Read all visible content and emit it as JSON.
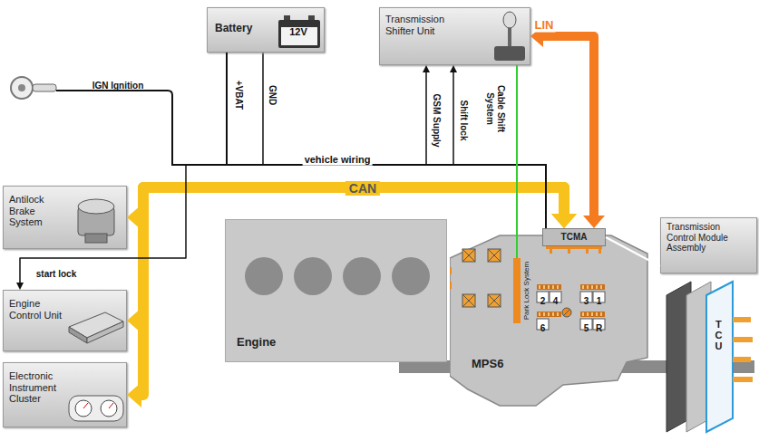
{
  "diagram": {
    "nodes": [
      {
        "text": [
          "Battery"
        ]
      },
      {
        "text": [
          "Transmission Shifter Unit"
        ]
      },
      {
        "text": [
          "Antilock Brake System"
        ]
      },
      {
        "text": [
          "Engine Control Unit"
        ]
      },
      {
        "text": [
          "Electronic Instrument Cluster"
        ]
      },
      {
        "text": [
          "Engine"
        ]
      },
      {
        "text": [
          "MPS6"
        ]
      },
      {
        "text": [
          "TCMA"
        ],
        "in": 6
      },
      {
        "text": [
          "Park Lock System"
        ],
        "in": 6
      },
      {
        "text": [
          "Transmission Control Module Assembly"
        ]
      },
      {
        "text": [
          "TCU"
        ]
      }
    ],
    "edges": [
      {
        "from": 7,
        "to": 2,
        "arrow": "both",
        "label": "CAN"
      },
      {
        "from": 7,
        "to": 3,
        "arrow": "both"
      },
      {
        "from": 7,
        "to": 4,
        "arrow": "both"
      },
      {
        "from": 1,
        "to": 7,
        "arrow": "both",
        "label": "LIN"
      },
      {
        "from": 0,
        "to": 7,
        "arrow": "none",
        "label": "vehicle wiring"
      },
      {
        "from": 7,
        "to": 1,
        "arrow": "to",
        "label": "GSM Supply"
      },
      {
        "from": 7,
        "to": 1,
        "arrow": "to",
        "label": "Shift lock"
      },
      {
        "from": 7,
        "to": 3,
        "arrow": "to",
        "label": "start lock"
      },
      {
        "from": 1,
        "to": 8,
        "arrow": "none",
        "label": "Cable Shift System"
      },
      {
        "from": 7,
        "to": 9,
        "arrow": "none"
      }
    ],
    "labels": [
      "IGN Ignition",
      "12V",
      "+VBAT",
      "GND",
      "2",
      "4",
      "3",
      "1",
      "6",
      "5",
      "R"
    ]
  }
}
